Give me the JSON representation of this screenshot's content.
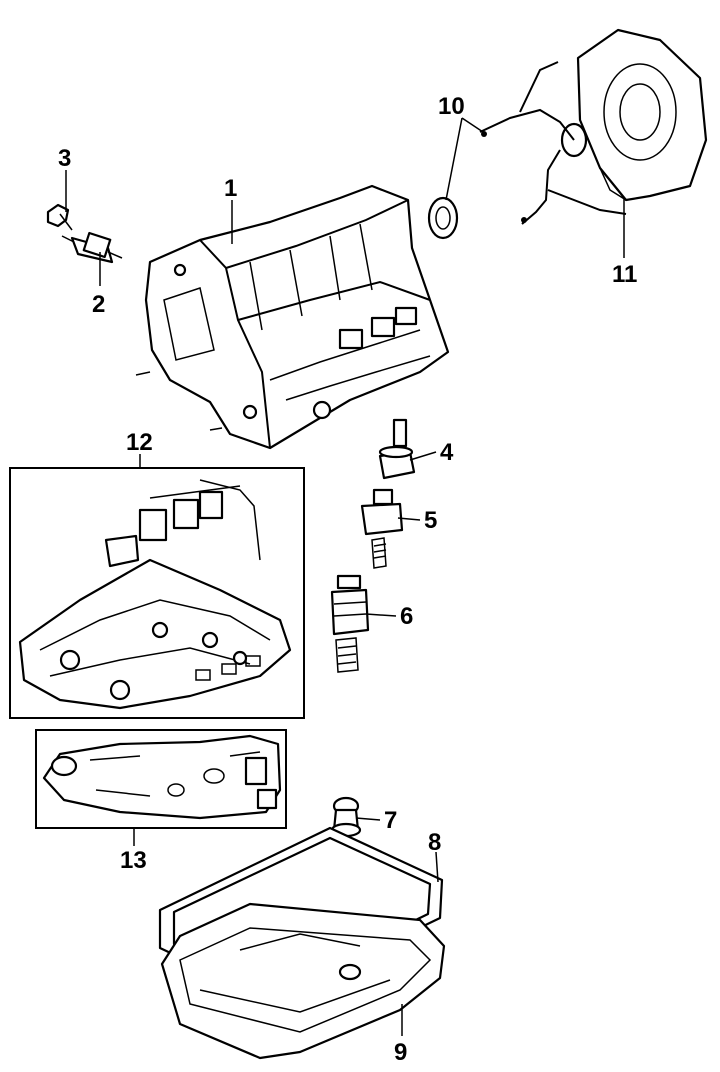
{
  "callouts": {
    "p1": "1",
    "p2": "2",
    "p3": "3",
    "p4": "4",
    "p5": "5",
    "p6": "6",
    "p7": "7",
    "p8": "8",
    "p9": "9",
    "p10": "10",
    "p11": "11",
    "p12": "12",
    "p13": "13"
  }
}
